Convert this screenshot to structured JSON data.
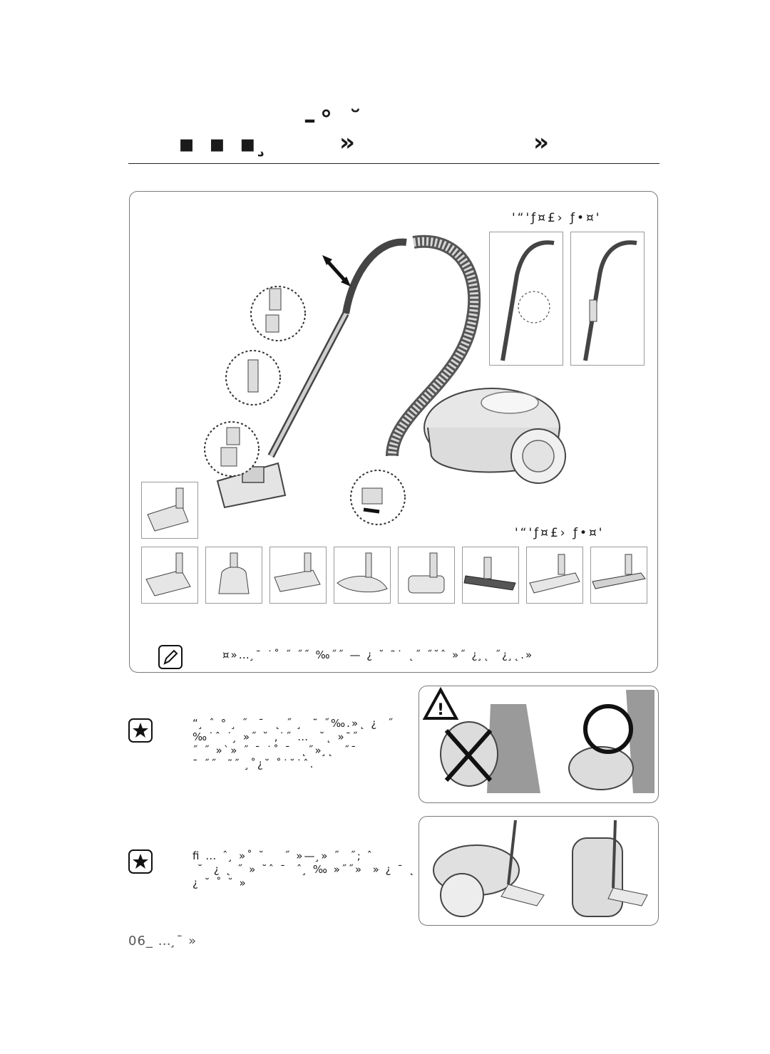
{
  "header": {
    "line1": "–°   ˘",
    "line2": "▪ ▪ ▪        ̧",
    "arrow": "»"
  },
  "panel": {
    "caption_top": "'“'ƒ¤£›  ƒ•¤'",
    "caption_bottom": "'“'ƒ¤£›  ƒ•¤'",
    "note_text": "¤»…  ̧ˉ ˙˚ ˝ ˝˝ ‰˝˝ —  ¿  ˘ ˜˙  ˛˝ ˝˘ˆ  »˝  ¿ ̧˛  ˝¿ ̧˛.»"
  },
  "warnings": [
    {
      "text": "“ ̧ ˆ °  ̧ ˝  ˉ  ˛ ˝  ̧  ˜ ˝‰.»˛ ¿  ˝\n‰˙ˆ ˙ ̧ »˝ ˘ ‚˙˝ …  ˘˛ »ˉ˝\n˝ ˝ »`» ˝ ˉ ˙˚ ˉ  ˛˝» ̧˛  ˝ˉ\nˉ ˝˝  ˜˝  ̧˚¿˘ ˚˙˘˙ˆ."
    },
    {
      "text": "ﬁ … ˆ ̧ »˚ ˘    ˝ »— ̧» ˝  ˝; ˆ\n ˘  ¿ ˛ ˝ » ˘ˆ ˉ  ˆ ̧ ‰ »˝˝»  » ¿ ˉ ˛\n¿ ˘ ˚ ˘ »"
    }
  ],
  "footer": {
    "page_label": "06_   …  ̧ˉ »"
  },
  "colors": {
    "frame": "#7a7a7a",
    "line": "#222222",
    "tool_fill": "#d9d9d9"
  }
}
